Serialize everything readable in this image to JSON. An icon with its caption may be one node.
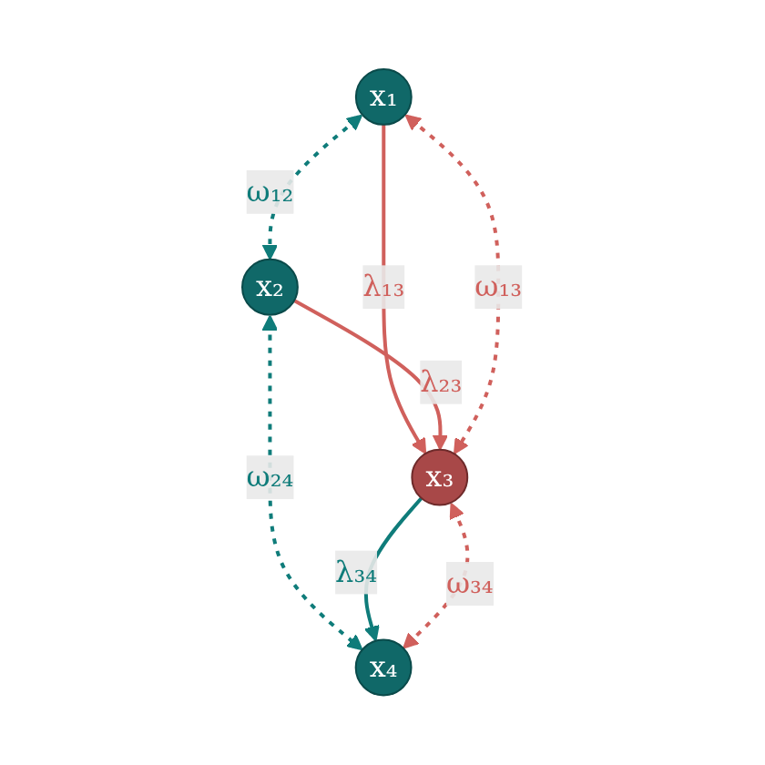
{
  "diagram": {
    "nodes": [
      {
        "text": [
          "x₁"
        ]
      },
      {
        "text": [
          "x₂"
        ]
      },
      {
        "text": [
          "x₃"
        ]
      },
      {
        "text": [
          "x₄"
        ]
      }
    ],
    "edges": [
      {
        "from": 0,
        "to": 1,
        "arrow": "both",
        "label": "ω₁₂",
        "style": "dashed",
        "color": "#0f7c7a"
      },
      {
        "from": 0,
        "to": 2,
        "arrow": "to",
        "label": "λ₁₃"
      },
      {
        "from": 1,
        "to": 2,
        "arrow": "to",
        "label": "λ₂₃"
      },
      {
        "from": 0,
        "to": 2,
        "arrow": "both",
        "label": "ω₁₃",
        "style": "dashed"
      },
      {
        "from": 1,
        "to": 3,
        "arrow": "both",
        "label": "ω₂₄",
        "style": "dashed",
        "color": "#0f7c7a"
      },
      {
        "from": 2,
        "to": 3,
        "arrow": "to",
        "label": "λ₃₄",
        "color": "#0f7c7a"
      },
      {
        "from": 2,
        "to": 3,
        "arrow": "both",
        "label": "ω₃₄",
        "style": "dashed"
      }
    ]
  }
}
